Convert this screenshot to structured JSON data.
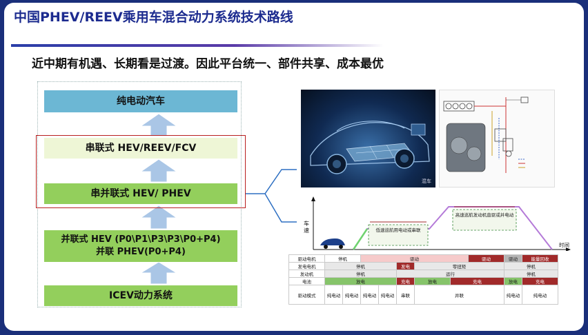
{
  "title": "中国PHEV/REEV乘用车混合动力系统技术路线",
  "subtitle": "近中期有机遇、长期看是过渡。因此平台统一、部件共享、成本最优",
  "roadmap": {
    "ev": "纯电动汽车",
    "series": "串联式 HEV/REEV/FCV",
    "series_parallel": "串并联式 HEV/ PHEV",
    "parallel_line1": "并联式 HEV (P0\\P1\\P3\\P3\\P0+P4)",
    "parallel_line2": "并联 PHEV(P0+P4)",
    "ice": "ICEV动力系统"
  },
  "chart": {
    "ylabel": "车速",
    "xlabel": "时间",
    "box1": "低速巡航用电动或串联",
    "box2": "高速巡航发动机直驱或并电动",
    "photo_brand": "混车"
  },
  "table": {
    "rows": [
      {
        "label": "驱动电机",
        "cells": [
          {
            "text": "停机",
            "span": 2,
            "color": "blank"
          },
          {
            "text": "驱动",
            "span": 6,
            "color": "pink"
          },
          {
            "text": "驱动",
            "span": 2,
            "color": "red"
          },
          {
            "text": "驱动",
            "span": 1,
            "color": "grey"
          },
          {
            "text": "能量回收",
            "span": 2,
            "color": "red"
          }
        ]
      },
      {
        "label": "发电电机",
        "cells": [
          {
            "text": "停机",
            "span": 4,
            "color": "lg"
          },
          {
            "text": "发电",
            "span": 1,
            "color": "red"
          },
          {
            "text": "零扭矩",
            "span": 5,
            "color": "lg"
          },
          {
            "text": "停机",
            "span": 3,
            "color": "lg"
          }
        ]
      },
      {
        "label": "发动机",
        "cells": [
          {
            "text": "停机",
            "span": 4,
            "color": "lg"
          },
          {
            "text": "运行",
            "span": 6,
            "color": "lg"
          },
          {
            "text": "停机",
            "span": 3,
            "color": "lg"
          }
        ]
      },
      {
        "label": "电池",
        "cells": [
          {
            "text": "放电",
            "span": 4,
            "color": "green"
          },
          {
            "text": "充电",
            "span": 1,
            "color": "red"
          },
          {
            "text": "放电",
            "span": 2,
            "color": "green"
          },
          {
            "text": "充电",
            "span": 3,
            "color": "red"
          },
          {
            "text": "放电",
            "span": 1,
            "color": "green"
          },
          {
            "text": "充电",
            "span": 2,
            "color": "red"
          }
        ]
      }
    ],
    "mode_label": "驱动模式",
    "modes": [
      {
        "text": "纯电动",
        "span": 1
      },
      {
        "text": "纯电动",
        "span": 1
      },
      {
        "text": "纯电动",
        "span": 1
      },
      {
        "text": "纯电动",
        "span": 1
      },
      {
        "text": "串联",
        "span": 1
      },
      {
        "text": "并联",
        "span": 5
      },
      {
        "text": "纯电动",
        "span": 1
      },
      {
        "text": "纯电动",
        "span": 2
      }
    ]
  }
}
